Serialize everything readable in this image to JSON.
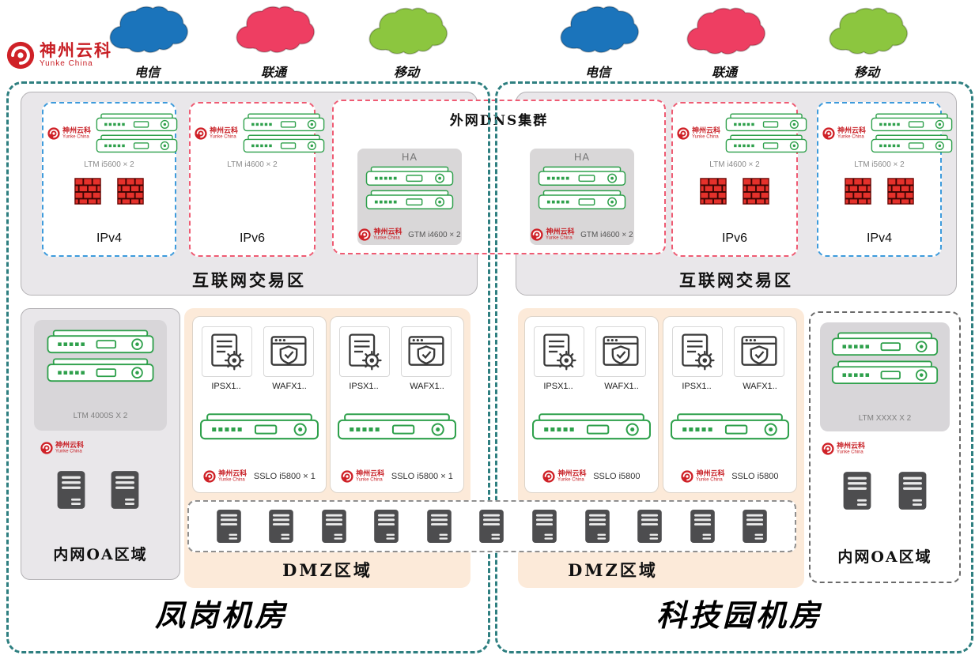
{
  "brand": {
    "title": "神州云科",
    "subtitle": "Yunke China"
  },
  "isps": [
    {
      "label": "电信",
      "color": "#1b74bb"
    },
    {
      "label": "联通",
      "color": "#ee3e62"
    },
    {
      "label": "移动",
      "color": "#8cc63f"
    },
    {
      "label": "电信",
      "color": "#1b74bb"
    },
    {
      "label": "联通",
      "color": "#ee3e62"
    },
    {
      "label": "移动",
      "color": "#8cc63f"
    }
  ],
  "dns": {
    "title": "外网DNS集群",
    "nodes": [
      {
        "ha": "HA",
        "device": "GTM i4600 × 2"
      },
      {
        "ha": "HA",
        "device": "GTM i4600 × 2"
      }
    ]
  },
  "datacenters": [
    {
      "name": "凤岗机房",
      "internet_zone_label": "互联网交易区",
      "groups": [
        {
          "label": "IPv4",
          "device": "LTM i5600 × 2"
        },
        {
          "label": "IPv6",
          "device": "LTM i4600 × 2"
        }
      ],
      "oa": {
        "label": "内网OA区域",
        "device": "LTM 4000S X 2"
      },
      "dmz": {
        "label": "DMZ区域",
        "stacks": [
          {
            "ips": "IPSX1..",
            "waf": "WAFX1..",
            "sslo": "SSLO i5800 × 1"
          },
          {
            "ips": "IPSX1..",
            "waf": "WAFX1..",
            "sslo": "SSLO i5800 × 1"
          }
        ]
      }
    },
    {
      "name": "科技园机房",
      "internet_zone_label": "互联网交易区",
      "groups": [
        {
          "label": "IPv6",
          "device": "LTM i4600 × 2"
        },
        {
          "label": "IPv4",
          "device": "LTM i5600 × 2"
        }
      ],
      "oa": {
        "label": "内网OA区域",
        "device": "LTM XXXX X 2"
      },
      "dmz": {
        "label": "DMZ区域",
        "stacks": [
          {
            "ips": "IPSX1..",
            "waf": "WAFX1..",
            "sslo": "SSLO i5800"
          },
          {
            "ips": "IPSX1..",
            "waf": "WAFX1..",
            "sslo": "SSLO i5800"
          }
        ]
      }
    }
  ],
  "colors": {
    "boundary": "#2e7f80",
    "ipv4_border": "#3d9bdc",
    "ipv6_border": "#ef5b73",
    "zone_bg": "#e9e7ea",
    "dmz_bg": "#fcead9",
    "brand_red": "#c81f25",
    "server_green": "#2ea04b",
    "firewall_red": "#e5312b"
  }
}
